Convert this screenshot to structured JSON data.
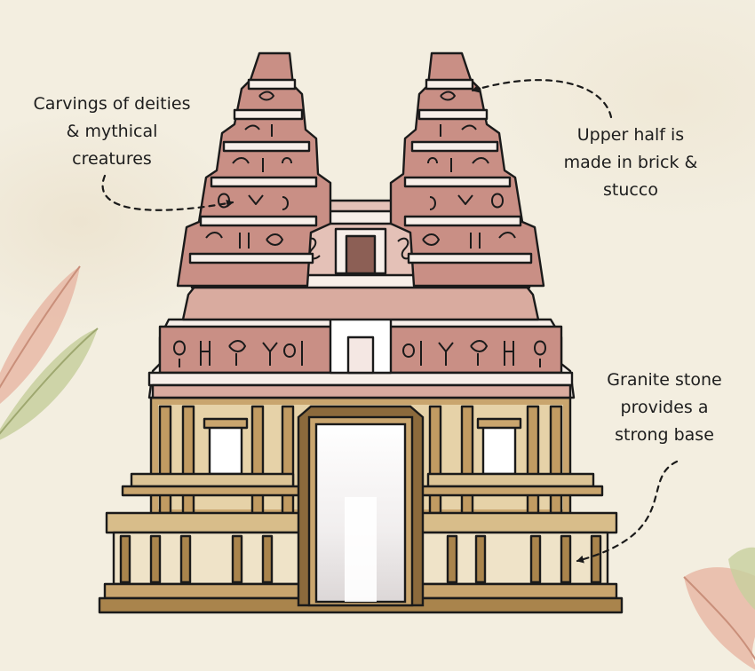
{
  "annotations": {
    "carvings": [
      "Carvings of deities",
      "& mythical",
      "creatures"
    ],
    "upper_half": [
      "Upper half is",
      "made in brick &",
      "stucco"
    ],
    "granite": [
      "Granite stone",
      "provides a",
      "strong base"
    ]
  },
  "colors": {
    "background": "#f3eee0",
    "brick": "#c98f85",
    "stucco": "#f7efe9",
    "granite": "#c9a56e",
    "granite_dark": "#8c6a3c",
    "outline": "#1a1a1a",
    "leaf_pink": "#e8b9a6",
    "leaf_green": "#c7cf9e"
  }
}
